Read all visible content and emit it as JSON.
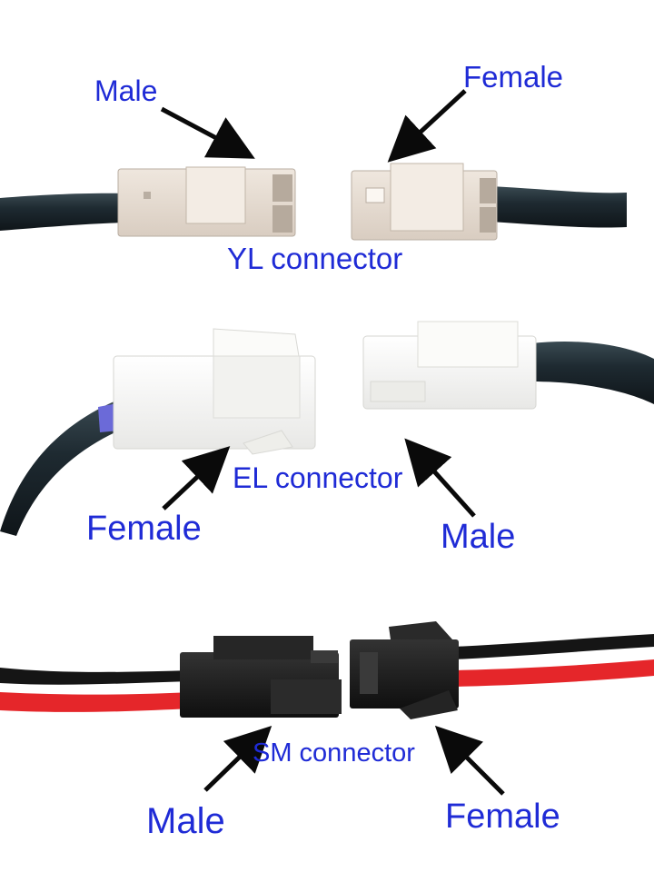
{
  "colors": {
    "label_blue": "#1f2bd6",
    "cable_dark": "#1e2a31",
    "wire_red": "#e5262a",
    "wire_black": "#151515",
    "yl_housing": "#e7ddd3",
    "el_housing": "#f7f7f5",
    "sm_housing": "#1c1c1c",
    "arrow": "#0a0a0a"
  },
  "sections": {
    "yl": {
      "caption": "YL connector",
      "left_label": "Male",
      "right_label": "Female"
    },
    "el": {
      "caption": "EL connector",
      "left_label": "Female",
      "right_label": "Male"
    },
    "sm": {
      "caption": "SM connector",
      "left_label": "Male",
      "right_label": "Female"
    }
  }
}
